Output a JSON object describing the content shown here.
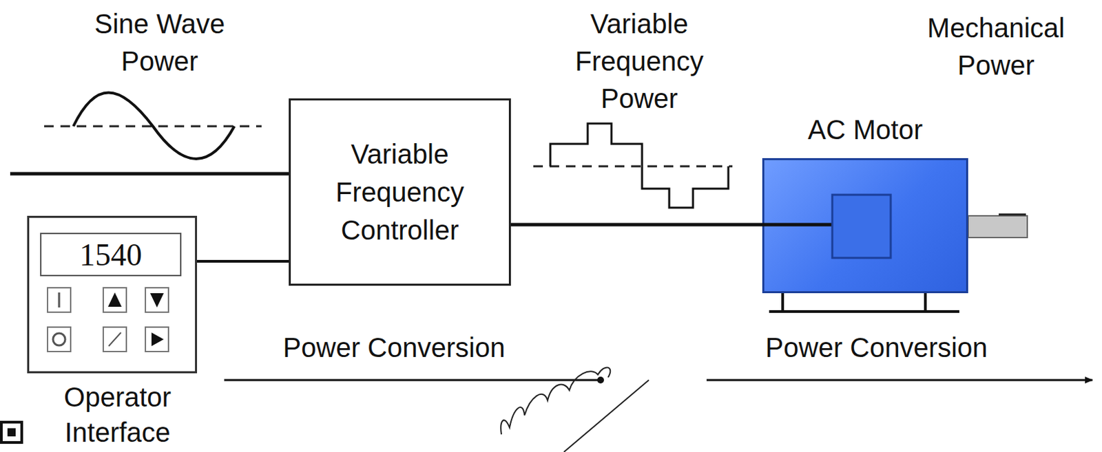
{
  "diagram": {
    "nodes": [
      {
        "text": [
          "Variable Frequency Controller"
        ]
      },
      {
        "text": [
          "1540",
          "Operator Interface"
        ]
      },
      {
        "text": [
          "AC Motor"
        ]
      }
    ],
    "edges": [
      {
        "from": 1,
        "to": 0,
        "arrow": "none"
      },
      {
        "from": 0,
        "to": 2,
        "arrow": "none"
      }
    ],
    "labels": [
      "Sine Wave Power",
      "Variable Frequency Power",
      "Mechanical Power",
      "Power Conversion",
      "Power Conversion"
    ]
  }
}
